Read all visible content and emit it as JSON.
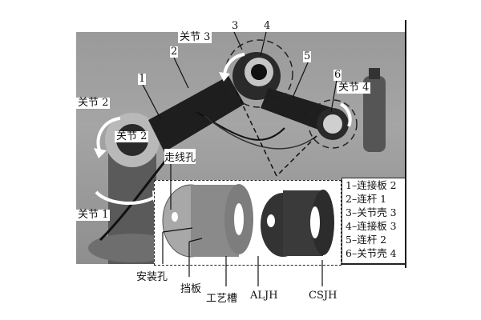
{
  "figure": {
    "joint_labels": {
      "joint1": "关节 1",
      "joint2_outer": "关节 2",
      "joint2_inner": "关节 2",
      "joint3": "关节 3",
      "joint4": "关节 4"
    },
    "part_numbers": [
      "1",
      "2",
      "3",
      "4",
      "5",
      "6"
    ],
    "inset_labels": {
      "wire_hole": "走线孔",
      "mount_hole": "安装孔",
      "baffle": "挡板",
      "process_groove": "工艺槽",
      "aljh": "ALJH",
      "csjh": "CSJH"
    },
    "legend": [
      "1–连接板 2",
      "2–连杆 1",
      "3–关节壳 3",
      "4–连接板 3",
      "5–连杆 2",
      "6–关节壳 4"
    ],
    "colors": {
      "background": "#ffffff",
      "photo_gray": "#9a9a9a",
      "arm_dark": "#1e1e1e",
      "aluminium_shell": "#8a8a8a",
      "cs_shell": "#3a3a3a"
    }
  }
}
